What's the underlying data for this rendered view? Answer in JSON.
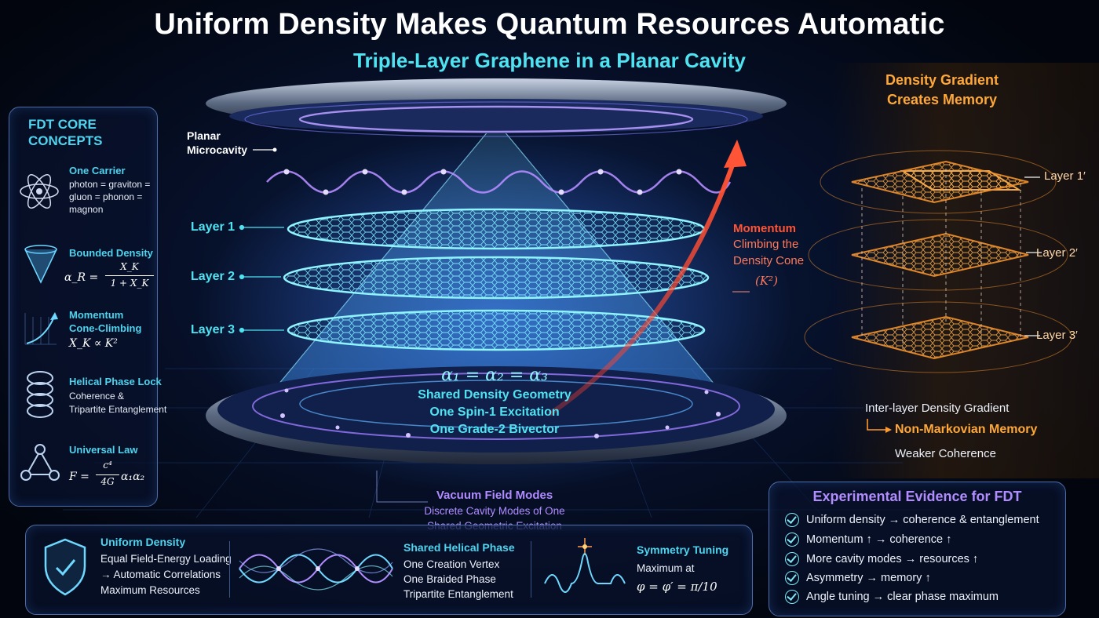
{
  "title": "Uniform Density Makes Quantum Resources Automatic",
  "subtitle": "Triple-Layer Graphene in a Planar Cavity",
  "concepts": {
    "title_line1": "FDT CORE",
    "title_line2": "CONCEPTS",
    "items": [
      {
        "head1": "One Carrier",
        "head2": "",
        "body": [
          "photon = graviton =",
          "gluon = phonon =",
          "magnon"
        ],
        "math": "",
        "icon": "atom-icon"
      },
      {
        "head1": "Bounded Density",
        "head2": "",
        "body": [],
        "math_lhs": "α_R =",
        "math_num": "X_K",
        "math_den": "1 + X_K",
        "icon": "cone-icon"
      },
      {
        "head1": "Momentum",
        "head2": "Cone-Climbing",
        "body": [],
        "math": "X_K ∝ K²",
        "icon": "momentum-arrow-icon"
      },
      {
        "head1": "Helical Phase Lock",
        "head2": "",
        "body": [
          "Coherence &",
          "Tripartite Entanglement"
        ],
        "math": "",
        "icon": "helix-icon"
      },
      {
        "head1": "Universal Law",
        "head2": "",
        "body": [],
        "math_lhs": "F =",
        "math_num": "c⁴",
        "math_den": "4G",
        "math_rhs": "α₁α₂",
        "icon": "triangle-network-icon"
      }
    ]
  },
  "diagram": {
    "cavity_label_1": "Planar",
    "cavity_label_2": "Microcavity",
    "layers": [
      "Layer 1",
      "Layer 2",
      "Layer 3"
    ],
    "equation": "α₁ = α₂ = α₃",
    "center_lines": [
      "Shared Density Geometry",
      "One Spin-1 Excitation",
      "One Grade-2 Bivector"
    ],
    "momentum_1": "Momentum",
    "momentum_2": "Climbing the",
    "momentum_3": "Density Cone",
    "momentum_4": "(K²)",
    "vacuum_title": "Vacuum Field Modes",
    "vacuum_1": "Discrete Cavity Modes of One",
    "vacuum_2": "Shared Geometric Excitation"
  },
  "gradient": {
    "title_1": "Density Gradient",
    "title_2": "Creates Memory",
    "layers": [
      "Layer 1′",
      "Layer 2′",
      "Layer 3′"
    ],
    "line_1": "Inter-layer Density Gradient",
    "line_2": "Non-Markovian Memory",
    "line_3": "Weaker Coherence"
  },
  "evidence": {
    "title": "Experimental Evidence for FDT",
    "items": [
      "Uniform density → coherence & entanglement",
      "Momentum ↑ → coherence ↑",
      "More cavity modes → resources ↑",
      "Asymmetry → memory ↑",
      "Angle tuning → clear phase maximum"
    ]
  },
  "bottom": {
    "uniform_head": "Uniform Density",
    "uniform_body": [
      "Equal Field-Energy Loading",
      "→ Automatic Correlations",
      "Maximum Resources"
    ],
    "helical_head": "Shared Helical Phase",
    "helical_body": [
      "One Creation Vertex",
      "One Braided Phase",
      "Tripartite Entanglement"
    ],
    "symmetry_head": "Symmetry Tuning",
    "symmetry_body": "Maximum at",
    "symmetry_math": "φ = φ′ = π/10"
  },
  "colors": {
    "cyan": "#4fe3f2",
    "orange": "#ff9a2e",
    "violet": "#b08cff",
    "red": "#ff5436"
  }
}
